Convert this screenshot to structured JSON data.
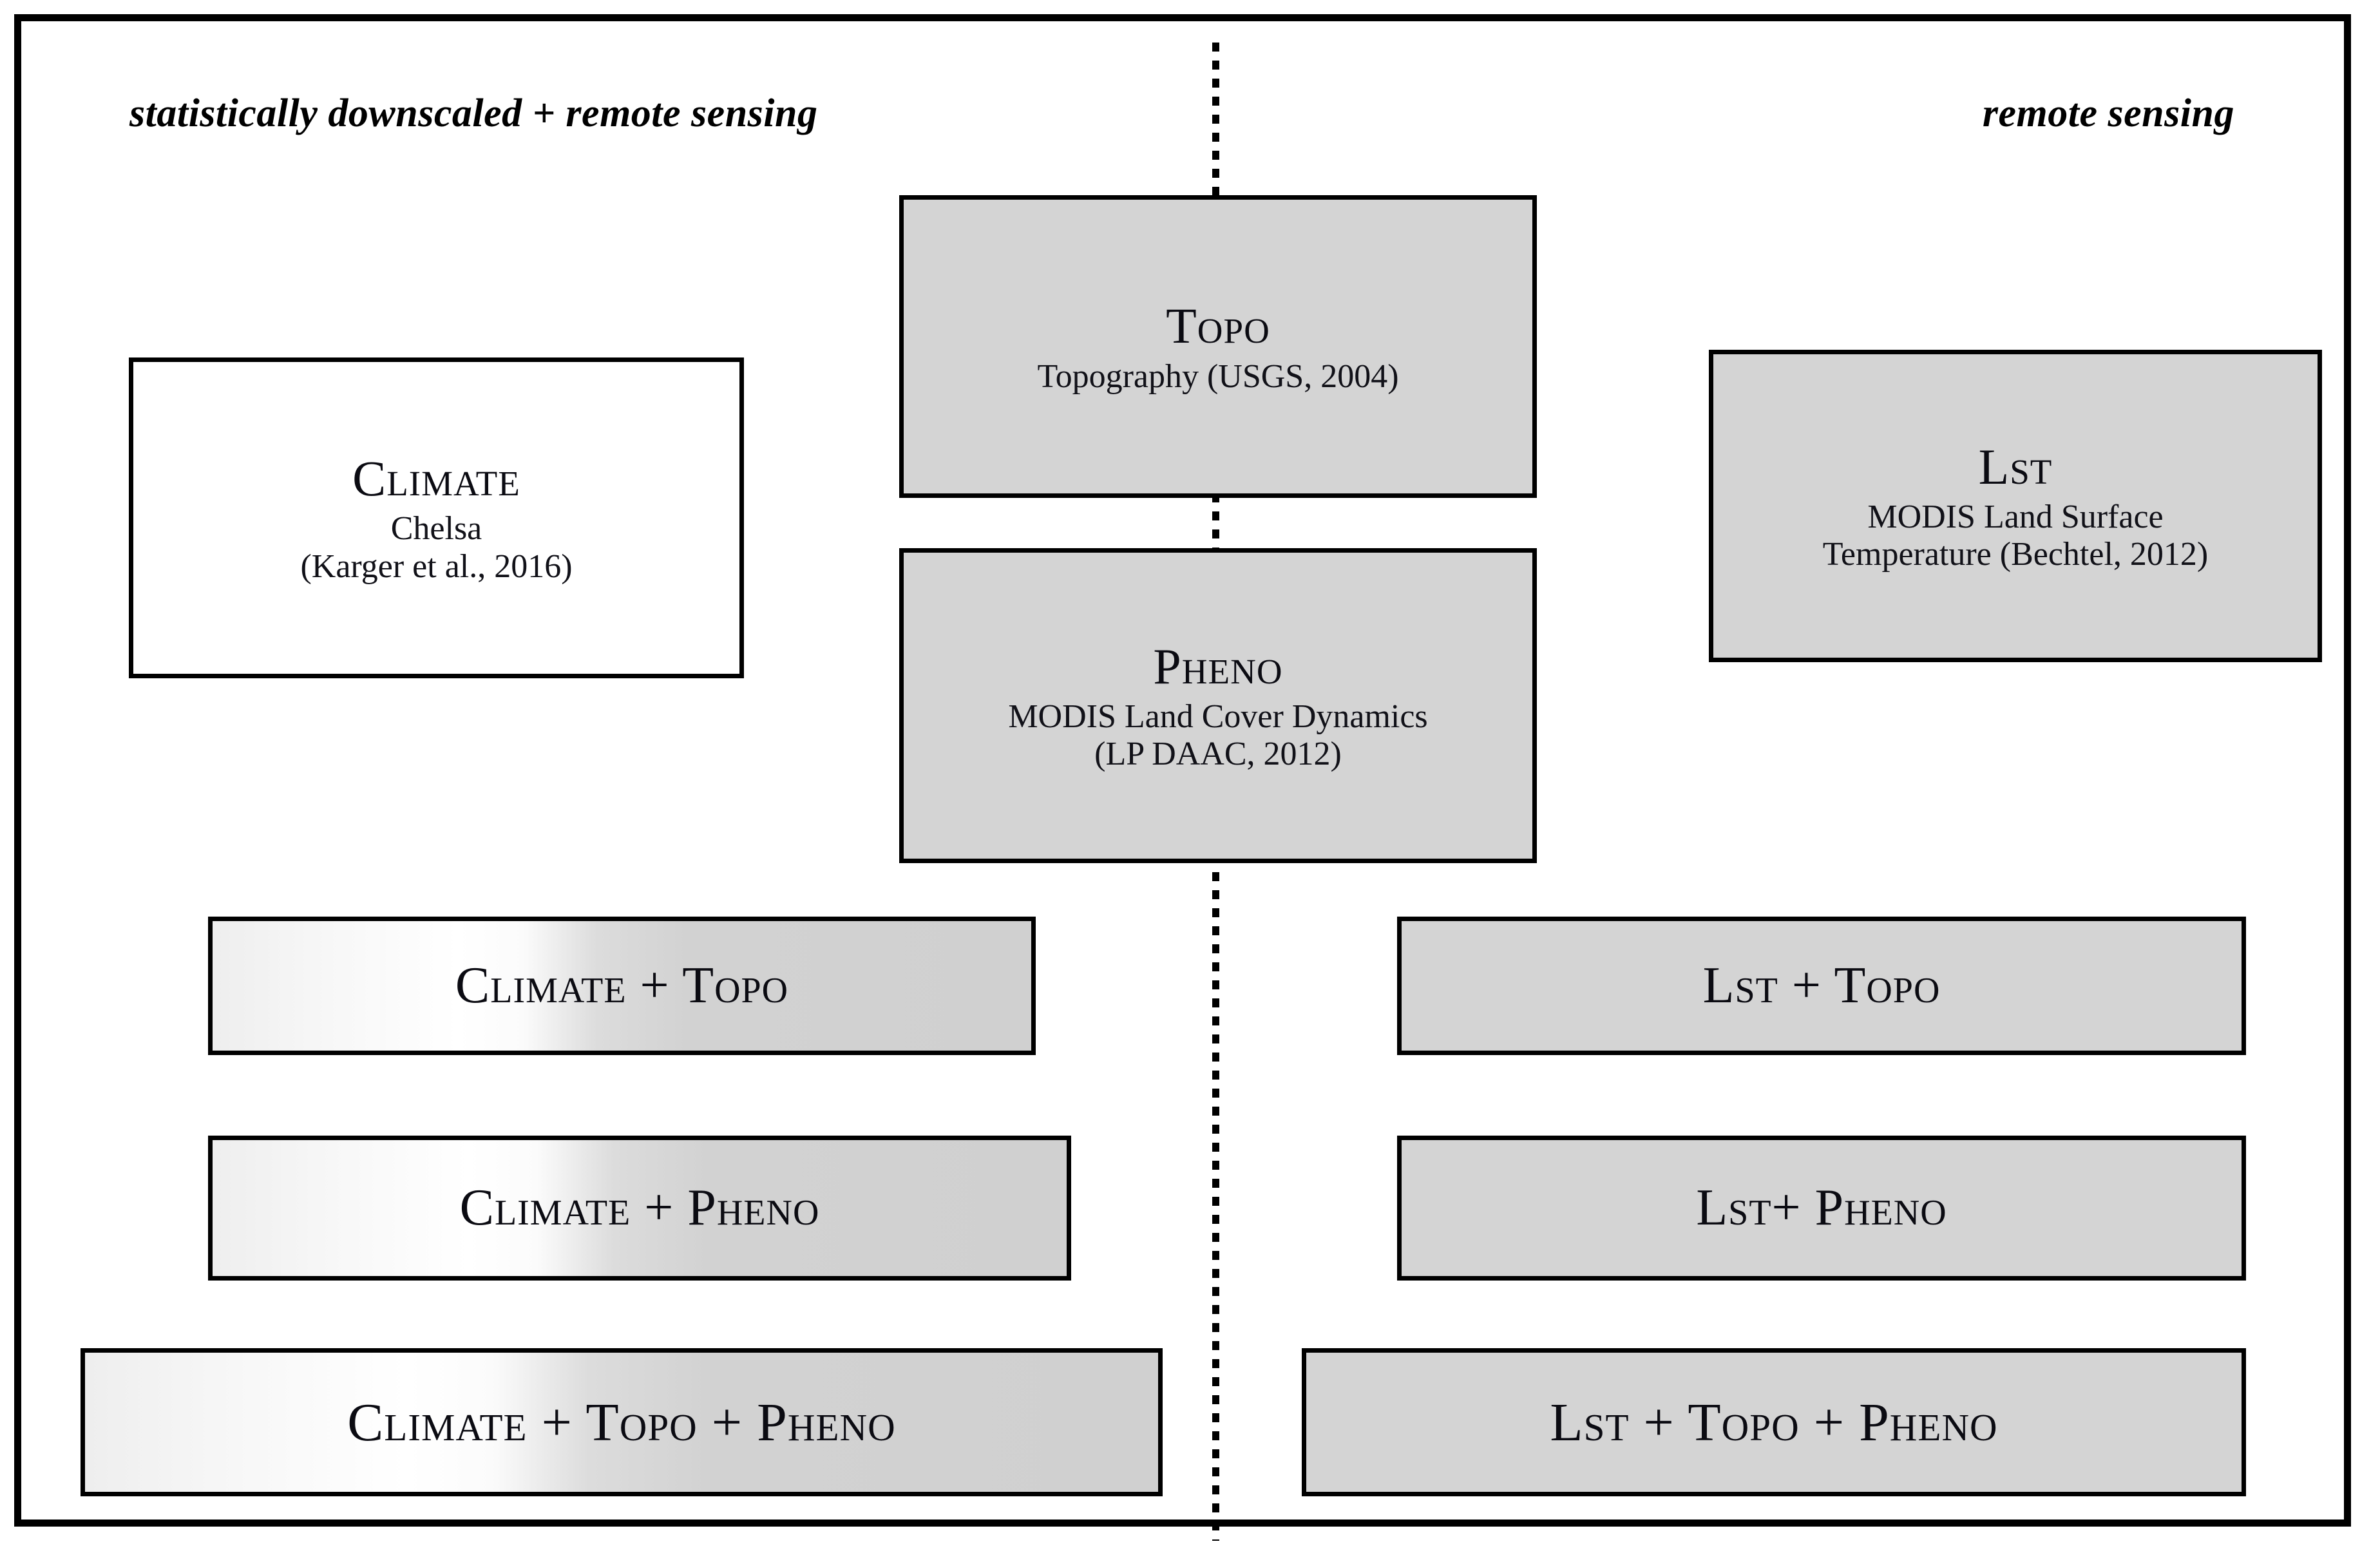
{
  "headers": {
    "left": "statistically downscaled + remote sensing",
    "right": "remote sensing"
  },
  "colors": {
    "box_fill_gray": "#d4d4d4",
    "box_fill_white": "#ffffff",
    "border": "#000000",
    "text": "#0b0b12"
  },
  "predictor_boxes": [
    {
      "id": "climate",
      "title": "Climate",
      "subtitle_lines": [
        "Chelsa",
        "(Karger et al., 2016)"
      ],
      "fill": "white"
    },
    {
      "id": "topo",
      "title": "Topo",
      "subtitle_lines": [
        "Topography (USGS, 2004)"
      ],
      "fill": "gray"
    },
    {
      "id": "pheno",
      "title": "Pheno",
      "subtitle_lines": [
        "MODIS Land Cover Dynamics",
        "(LP DAAC, 2012)"
      ],
      "fill": "gray"
    },
    {
      "id": "lst",
      "title": "Lst",
      "subtitle_lines": [
        "MODIS Land Surface",
        "Temperature (Bechtel, 2012)"
      ],
      "fill": "gray"
    }
  ],
  "combination_bars": {
    "left": [
      {
        "id": "climate-topo",
        "label": "Climate + Topo"
      },
      {
        "id": "climate-pheno",
        "label": "Climate + Pheno"
      },
      {
        "id": "climate-topo-pheno",
        "label": "Climate + Topo + Pheno"
      }
    ],
    "right": [
      {
        "id": "lst-topo",
        "label": "Lst + Topo"
      },
      {
        "id": "lst-pheno",
        "label": "Lst+ Pheno"
      },
      {
        "id": "lst-topo-pheno",
        "label": "Lst + Topo + Pheno"
      }
    ]
  }
}
